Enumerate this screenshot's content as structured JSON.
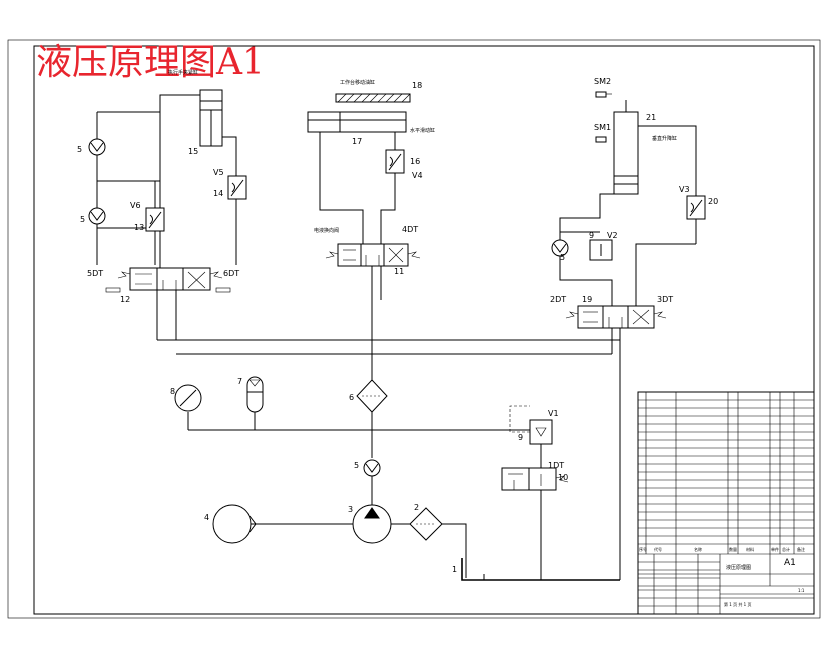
{
  "title": "液压原理图A1",
  "notes": {
    "n_actuator": "执行手夹紧缸",
    "n_worktable": "工作台移动油缸",
    "n_horizontal": "水平滑动缸",
    "n_electro": "电液换向阀",
    "n_vertical": "垂直升降缸"
  },
  "components": {
    "c1": "1",
    "c2": "2",
    "c3": "3",
    "c4": "4",
    "c5": "5",
    "c6": "6",
    "c7": "7",
    "c8": "8",
    "c9": "9",
    "c10": "10",
    "c11": "11",
    "c12": "12",
    "c13": "13",
    "c14": "14",
    "c15": "15",
    "c16": "16",
    "c17": "17",
    "c18": "18",
    "c19": "19",
    "c20": "20",
    "c21": "21"
  },
  "solenoids": {
    "dt1": "1DT",
    "dt2": "2DT",
    "dt3": "3DT",
    "dt4": "4DT",
    "dt5": "5DT",
    "dt6": "6DT"
  },
  "valves": {
    "v1": "V1",
    "v2": "V2",
    "v3": "V3",
    "v4": "V4",
    "v5": "V5",
    "v6": "V6"
  },
  "switches": {
    "sm1": "SM1",
    "sm2": "SM2"
  },
  "title_block": {
    "drawing_name": "液压原理图",
    "size": "A1",
    "header": [
      "序号",
      "代号",
      "名称",
      "数量",
      "材料",
      "单件",
      "总计",
      "备注"
    ],
    "sheet": "第 1 页 共 1 页",
    "scale": "1:1"
  }
}
